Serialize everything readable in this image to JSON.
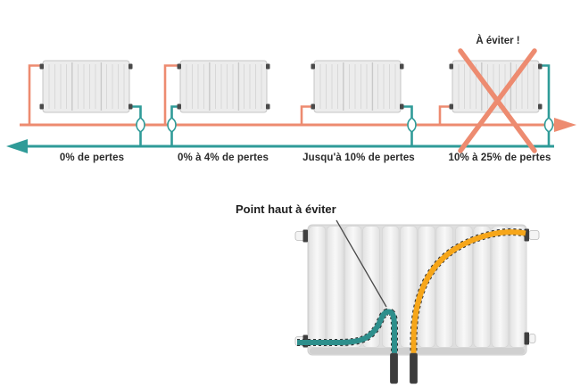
{
  "top_diagram": {
    "warning_label": "À éviter !",
    "loss_labels": [
      "0% de pertes",
      "0% à 4% de pertes",
      "Jusqu'à 10% de pertes",
      "10% à 25% de pertes"
    ],
    "radiator_count": 4
  },
  "bottom_diagram": {
    "annotation": "Point haut à éviter"
  },
  "colors": {
    "supply_line": "#ed8b70",
    "return_line": "#2f9b98",
    "cross_mark": "#ed8b70",
    "hot_pipe": "#f6a61a",
    "cold_pipe": "#2e8f8c",
    "dark_pipe": "#3c3c3c",
    "label_text": "#2b2b2b"
  },
  "icons": {
    "supply_arrow": "arrow-right-icon",
    "return_arrow": "arrow-left-icon",
    "cross": "cross-x-icon"
  }
}
